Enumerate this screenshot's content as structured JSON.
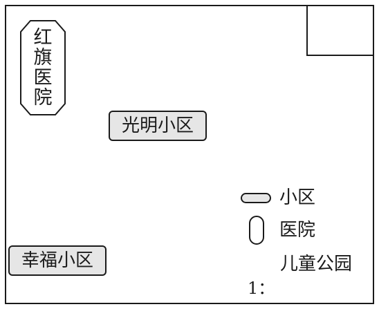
{
  "hospital": {
    "chars": [
      "红",
      "旗",
      "医",
      "院"
    ]
  },
  "communities": {
    "guangming": "光明小区",
    "xingfu": "幸福小区"
  },
  "legend": {
    "community_label": "小区",
    "hospital_label": "医院"
  },
  "park_label": "儿童公园",
  "scale_text": "1："
}
